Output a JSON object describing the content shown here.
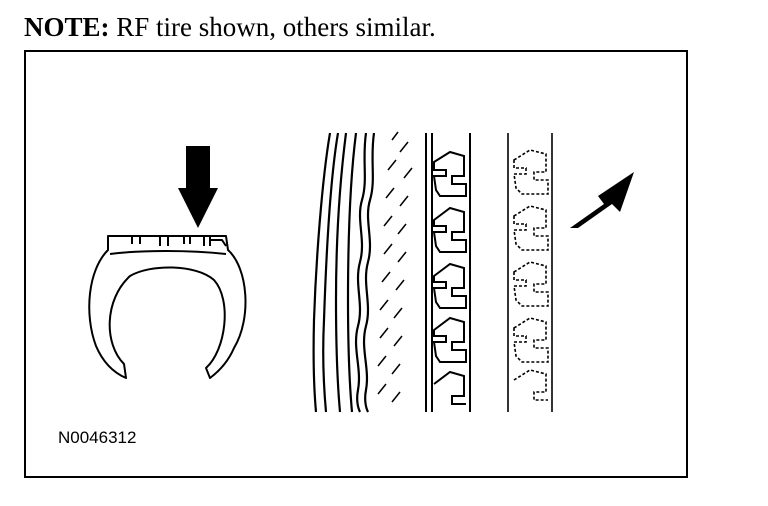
{
  "note": {
    "label": "NOTE:",
    "text": " RF tire shown, others similar."
  },
  "figure_id": "N0046312",
  "colors": {
    "ink": "#000000",
    "background": "#ffffff"
  },
  "icons": [
    "tire-cross-section-icon",
    "down-arrow-icon",
    "tread-pattern",
    "diagonal-arrow-icon"
  ]
}
